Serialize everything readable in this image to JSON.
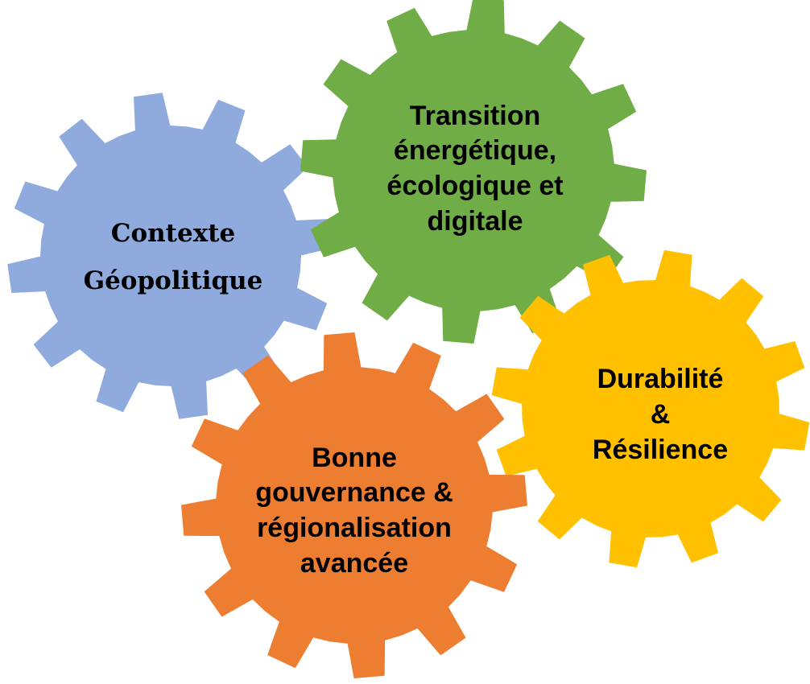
{
  "gears": [
    {
      "id": "contexte",
      "color": "#8FAADC",
      "lines": [
        "Contexte",
        "Géopolitique"
      ]
    },
    {
      "id": "transition",
      "color": "#70AD47",
      "lines": [
        "Transition",
        "énergétique,",
        "écologique et",
        "digitale"
      ]
    },
    {
      "id": "durabilite",
      "color": "#FFC000",
      "lines": [
        "Durabilité",
        "&",
        "Résilience"
      ]
    },
    {
      "id": "gouvernance",
      "color": "#ED7D31",
      "lines": [
        "Bonne",
        "gouvernance &",
        "régionalisation",
        "avancée"
      ]
    }
  ]
}
